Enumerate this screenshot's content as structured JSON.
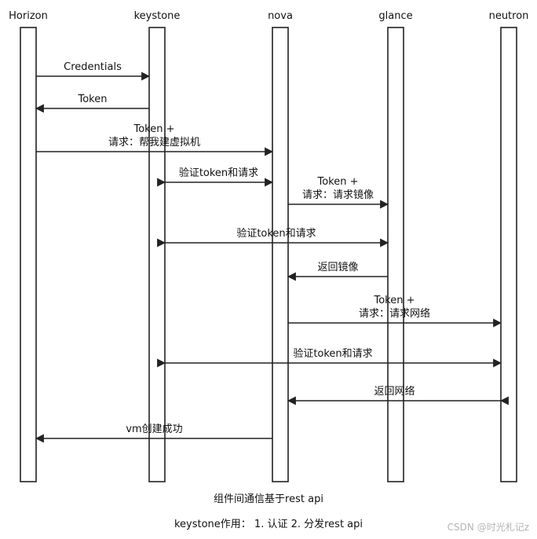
{
  "actors": [
    {
      "id": "horizon",
      "name": "Horizon"
    },
    {
      "id": "keystone",
      "name": "keystone"
    },
    {
      "id": "nova",
      "name": "nova"
    },
    {
      "id": "glance",
      "name": "glance"
    },
    {
      "id": "neutron",
      "name": "neutron"
    }
  ],
  "messages": [
    {
      "id": "credentials",
      "from": "horizon",
      "to": "keystone",
      "lines": [
        "Credentials"
      ]
    },
    {
      "id": "token",
      "from": "keystone",
      "to": "horizon",
      "lines": [
        "Token"
      ]
    },
    {
      "id": "create-vm-request",
      "from": "horizon",
      "to": "nova",
      "lines": [
        "Token +",
        "请求：帮我建虚拟机"
      ]
    },
    {
      "id": "verify-token-nova",
      "from": "keystone",
      "to": "nova",
      "both": true,
      "lines": [
        "验证token和请求"
      ]
    },
    {
      "id": "image-request",
      "from": "nova",
      "to": "glance",
      "lines": [
        "Token +",
        "请求：请求镜像"
      ]
    },
    {
      "id": "verify-token-glance",
      "from": "keystone",
      "to": "glance",
      "both": true,
      "lines": [
        "验证token和请求"
      ]
    },
    {
      "id": "return-image",
      "from": "glance",
      "to": "nova",
      "lines": [
        "返回镜像"
      ]
    },
    {
      "id": "network-request",
      "from": "nova",
      "to": "neutron",
      "lines": [
        "Token +",
        "请求：请求网络"
      ]
    },
    {
      "id": "verify-token-neutron",
      "from": "keystone",
      "to": "neutron",
      "both": true,
      "lines": [
        "验证token和请求"
      ]
    },
    {
      "id": "return-network",
      "from": "neutron",
      "to": "nova",
      "both": true,
      "lines": [
        "返回网络"
      ]
    },
    {
      "id": "vm-created",
      "from": "nova",
      "to": "horizon",
      "lines": [
        "vm创建成功"
      ]
    }
  ],
  "footer": {
    "line1": "组件间通信基于rest api",
    "line2": "keystone作用： 1. 认证  2. 分发rest api"
  },
  "watermark": "CSDN @时光札记z"
}
